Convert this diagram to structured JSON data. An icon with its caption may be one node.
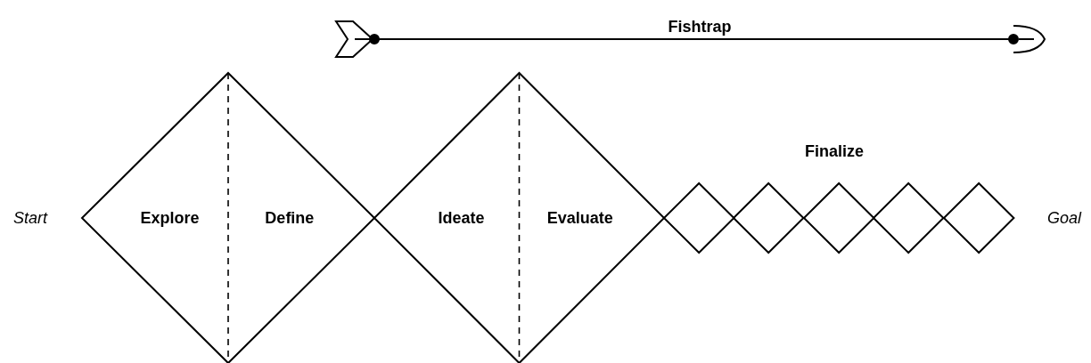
{
  "diagram": {
    "nodes": [
      {
        "text": [
          "Explore",
          "Define"
        ]
      },
      {
        "text": [
          "Ideate",
          "Evaluate"
        ]
      },
      {
        "text": [],
        "shape": "diamond"
      },
      {
        "text": [],
        "shape": "diamond"
      },
      {
        "text": [],
        "shape": "diamond"
      },
      {
        "text": [],
        "shape": "diamond"
      },
      {
        "text": [],
        "shape": "diamond"
      }
    ],
    "edges": [],
    "labels": [
      "Fishtrap",
      "Start",
      "Finalize",
      "Goal"
    ]
  }
}
